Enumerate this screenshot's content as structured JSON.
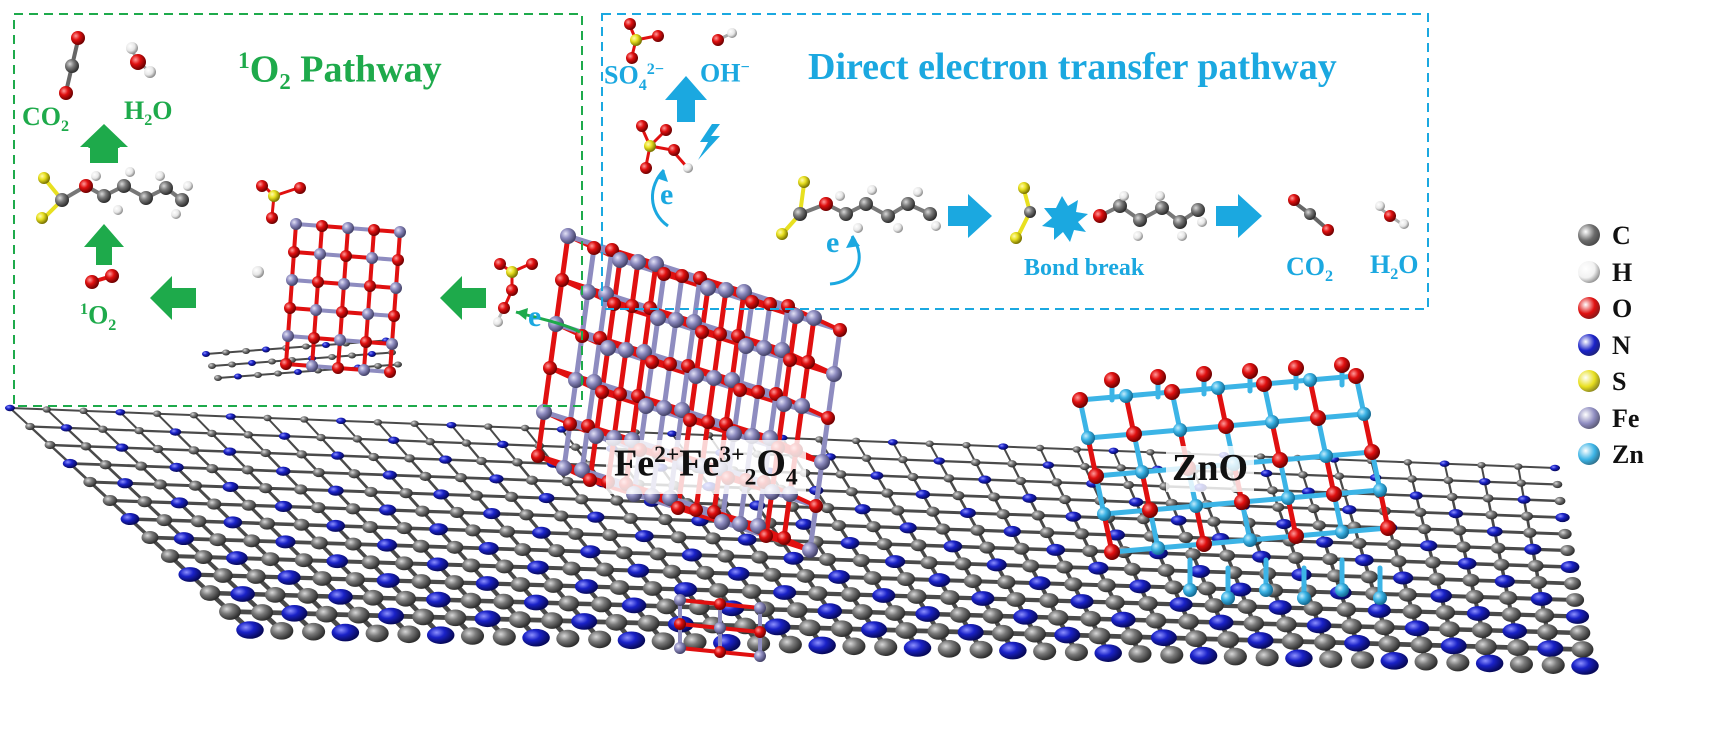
{
  "singlet_oxygen_panel": {
    "title": "O₂ Pathway",
    "title_superscript": "1",
    "products": {
      "co2": {
        "base": "CO",
        "sub": "2"
      },
      "h2o": {
        "pre": "H",
        "sub": "2",
        "post": "O"
      }
    },
    "singlet_oxygen": {
      "sup": "1",
      "base": "O",
      "sub": "2"
    },
    "electron_label": "e",
    "color": "#1eaa4b"
  },
  "direct_electron_panel": {
    "title": "Direct electron transfer pathway",
    "sulfate": {
      "base": "SO",
      "sub": "4",
      "sup": "2−"
    },
    "hydroxide": {
      "base": "OH",
      "sup": "−"
    },
    "electron_label_top": "e",
    "electron_label_side": "e",
    "bond_break": "Bond break",
    "products": {
      "co2": {
        "base": "CO",
        "sub": "2"
      },
      "h2o": {
        "pre": "H",
        "sub": "2",
        "post": "O"
      }
    },
    "color": "#1ba8e0"
  },
  "crystals": {
    "ferrite": {
      "p1": "Fe",
      "s1": "2+",
      "p2": "Fe",
      "s2": "3+",
      "sub1": "2",
      "p3": "O",
      "sub2": "4"
    },
    "zno": "ZnO"
  },
  "legend": [
    {
      "symbol": "C",
      "color": "#6b6b6b"
    },
    {
      "symbol": "H",
      "color": "#f2f2f2"
    },
    {
      "symbol": "O",
      "color": "#e01010"
    },
    {
      "symbol": "N",
      "color": "#1a22c8"
    },
    {
      "symbol": "S",
      "color": "#e8e020"
    },
    {
      "symbol": "Fe",
      "color": "#8e8cc0"
    },
    {
      "symbol": "Zn",
      "color": "#3cb4e6"
    }
  ]
}
